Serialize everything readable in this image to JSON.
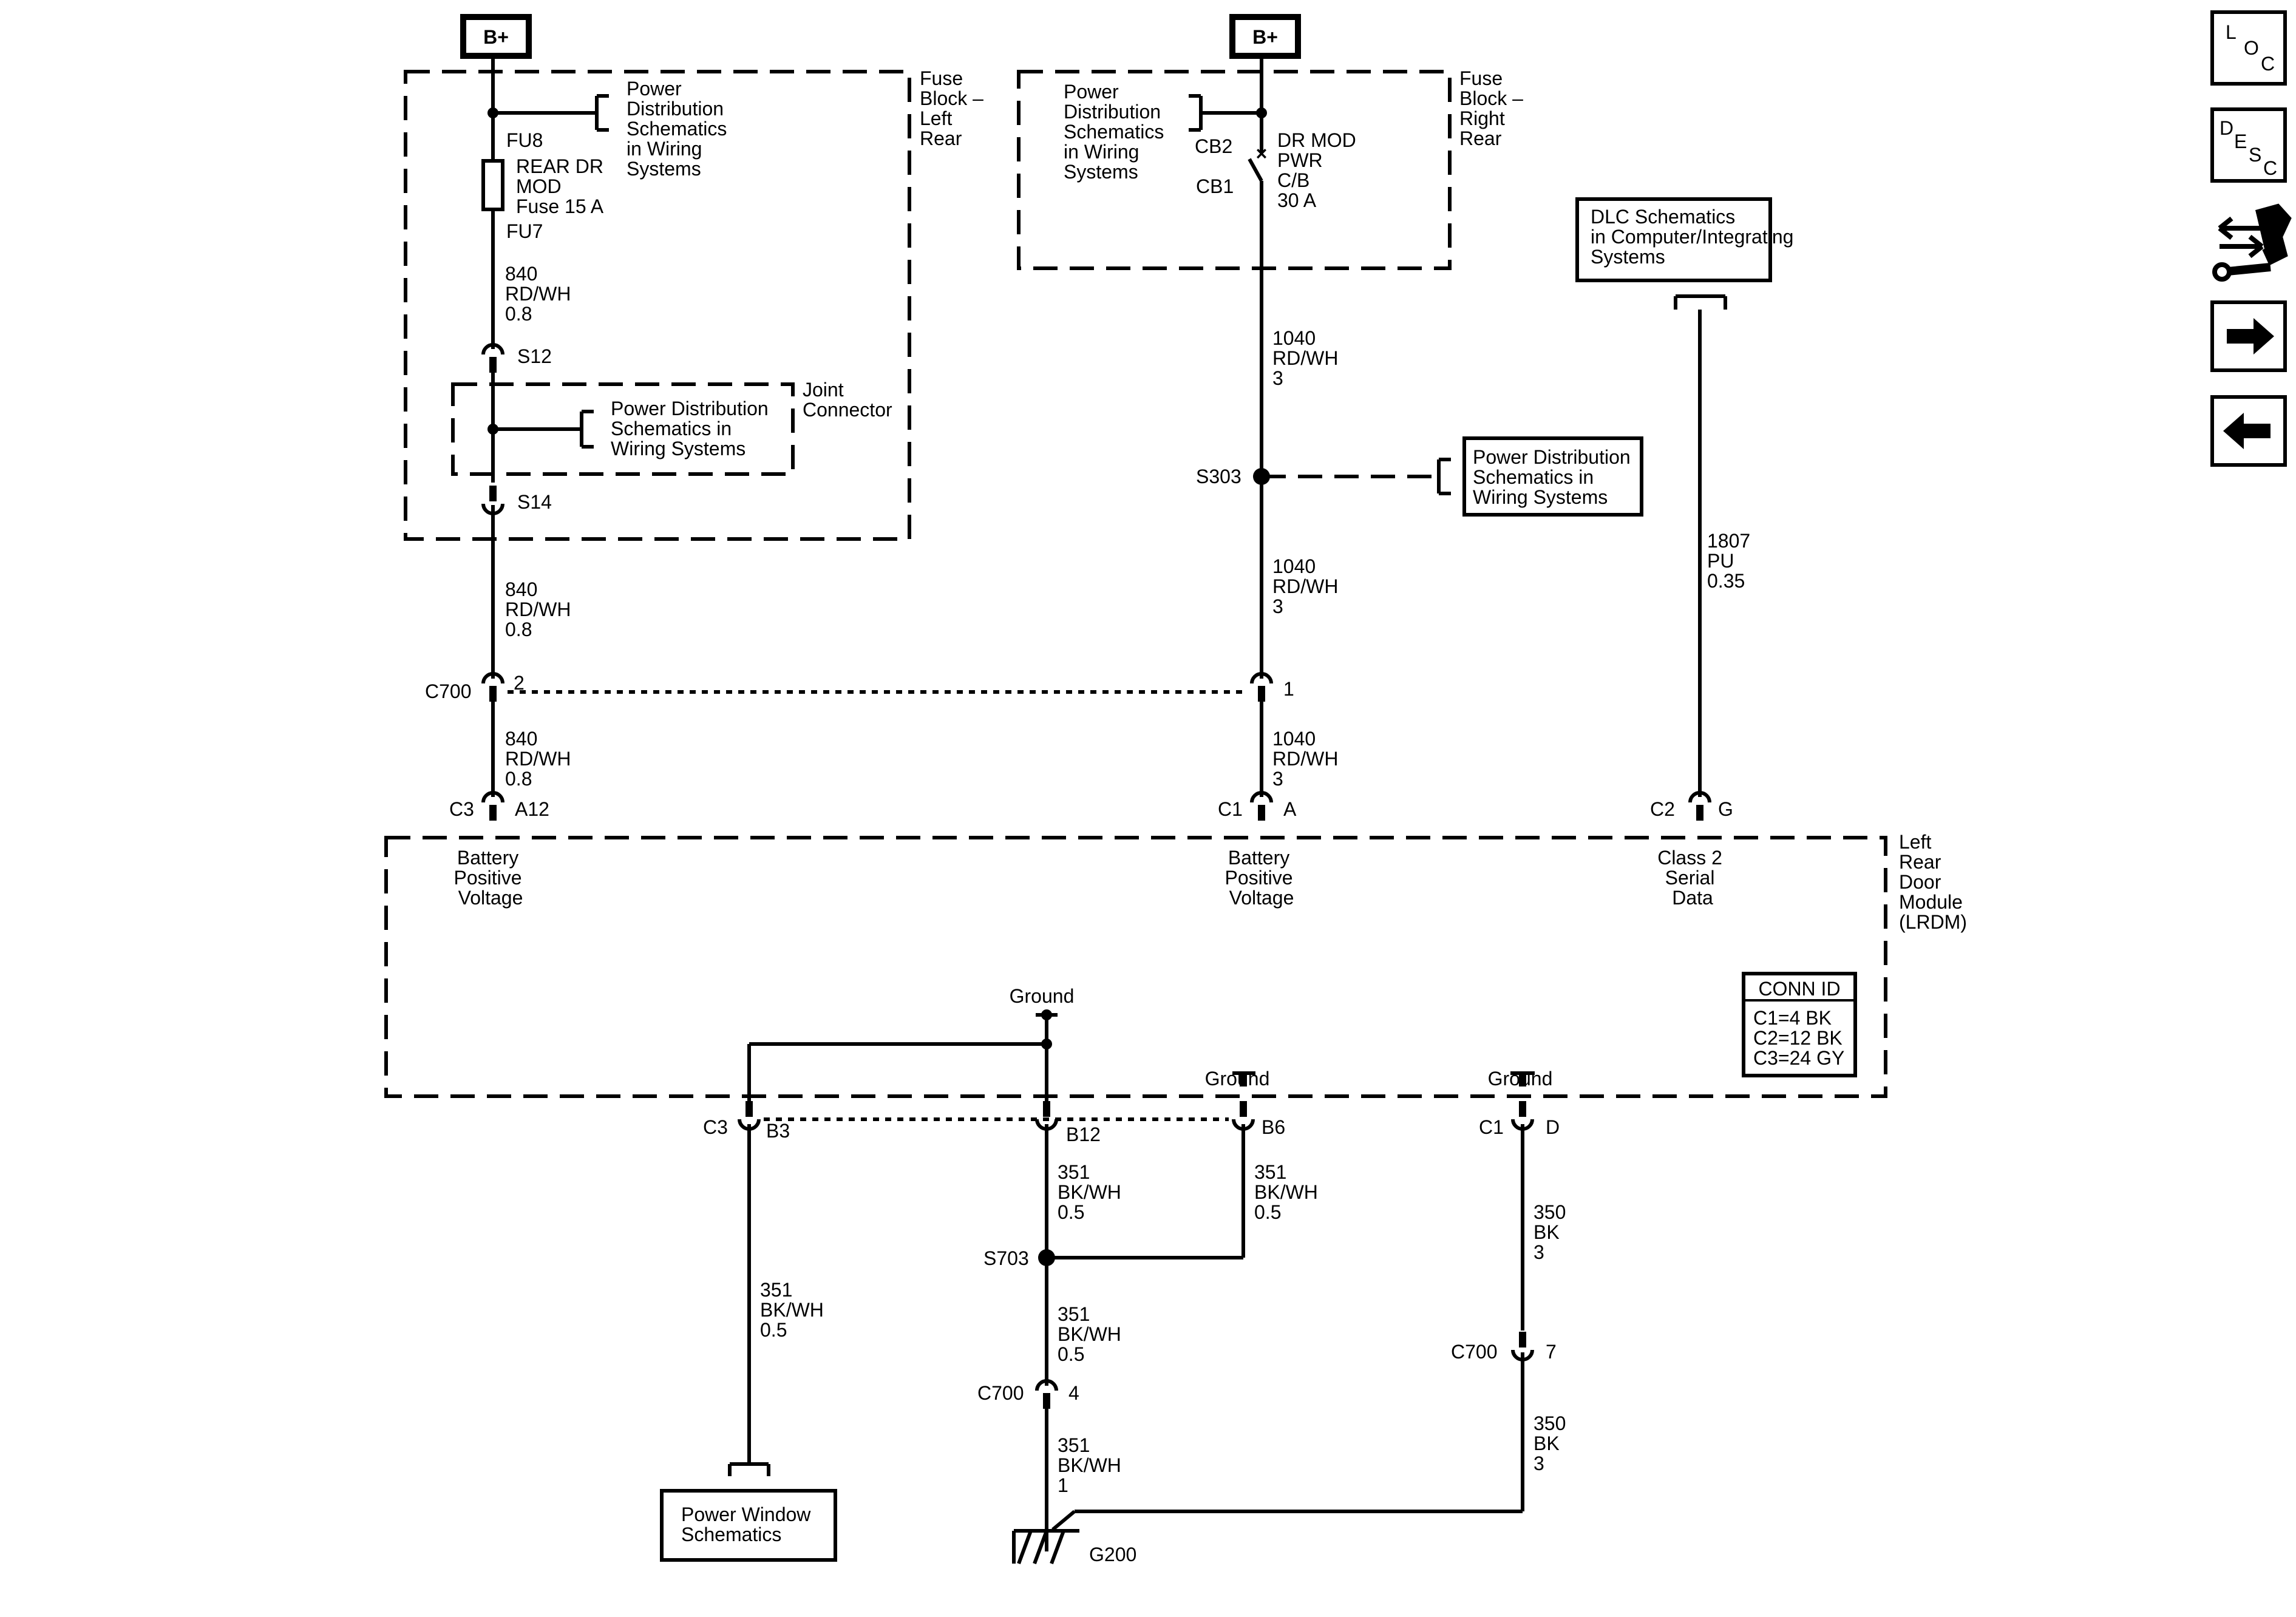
{
  "supply": {
    "left_bplus": "B+",
    "center_bplus": "B+"
  },
  "fuse_block_left": {
    "title": [
      "Fuse",
      "Block –",
      "Left",
      "Rear"
    ],
    "pds_ref": [
      "Power",
      "Distribution",
      "Schematics",
      "in Wiring",
      "Systems"
    ],
    "fu8": "FU8",
    "fuse_name": [
      "REAR DR",
      "MOD",
      "Fuse 15 A"
    ],
    "fu7": "FU7",
    "wire_840_top": [
      "840",
      "RD/WH",
      "0.8"
    ],
    "s12": "S12",
    "s14": "S14",
    "joint_connector": [
      "Joint",
      "Connector"
    ],
    "joint_pds_ref": [
      "Power Distribution",
      "Schematics in",
      "Wiring Systems"
    ]
  },
  "fuse_block_right": {
    "title": [
      "Fuse",
      "Block –",
      "Right",
      "Rear"
    ],
    "pds_ref": [
      "Power",
      "Distribution",
      "Schematics",
      "in Wiring",
      "Systems"
    ],
    "cb2": "CB2",
    "cb1": "CB1",
    "cb_name": [
      "DR MOD",
      "PWR",
      "C/B",
      "30 A"
    ]
  },
  "wires": {
    "w1040_a": [
      "1040",
      "RD/WH",
      "3"
    ],
    "s303": "S303",
    "s303_ref": [
      "Power Distribution",
      "Schematics in",
      "Wiring Systems"
    ],
    "w1040_b": [
      "1040",
      "RD/WH",
      "3"
    ],
    "w840_mid": [
      "840",
      "RD/WH",
      "0.8"
    ],
    "c700_top": "C700",
    "c700_pin2": "2",
    "c700_pin1": "1",
    "w840_low": [
      "840",
      "RD/WH",
      "0.8"
    ],
    "w1040_c": [
      "1040",
      "RD/WH",
      "3"
    ],
    "dlc_ref": [
      "DLC Schematics",
      "in Computer/Integrating",
      "Systems"
    ],
    "w1807": [
      "1807",
      "PU",
      "0.35"
    ]
  },
  "module": {
    "name": [
      "Left",
      "Rear",
      "Door",
      "Module",
      "(LRDM)"
    ],
    "c3": "C3",
    "a12": "A12",
    "c1": "C1",
    "a": "A",
    "c2": "C2",
    "g": "G",
    "bpv_left": [
      "Battery",
      "Positive",
      "Voltage"
    ],
    "bpv_center": [
      "Battery",
      "Positive",
      "Voltage"
    ],
    "class2": [
      "Class 2",
      "Serial",
      "Data"
    ],
    "ground_inner": "Ground",
    "ground_b6": "Ground",
    "ground_d": "Ground",
    "conn_id_title": "CONN ID",
    "conn_id_lines": [
      "C1=4 BK",
      "C2=12 BK",
      "C3=24 GY"
    ]
  },
  "bottom": {
    "c3_b": "C3",
    "b3": "B3",
    "b12": "B12",
    "b6": "B6",
    "c1_b": "C1",
    "d": "D",
    "w351_b12": [
      "351",
      "BK/WH",
      "0.5"
    ],
    "w351_b6": [
      "351",
      "BK/WH",
      "0.5"
    ],
    "s703": "S703",
    "w351_mid": [
      "351",
      "BK/WH",
      "0.5"
    ],
    "c700_b": "C700",
    "pin4": "4",
    "w351_g": [
      "351",
      "BK/WH",
      "1"
    ],
    "g200": "G200",
    "w351_b3": [
      "351",
      "BK/WH",
      "0.5"
    ],
    "pw_ref": [
      "Power Window",
      "Schematics"
    ],
    "w350_a": [
      "350",
      "BK",
      "3"
    ],
    "c700_d": "C700",
    "pin7": "7",
    "w350_b": [
      "350",
      "BK",
      "3"
    ]
  },
  "nav": {
    "loc": [
      "L",
      "O",
      "C"
    ],
    "desc": [
      "D",
      "E",
      "S",
      "C"
    ]
  }
}
